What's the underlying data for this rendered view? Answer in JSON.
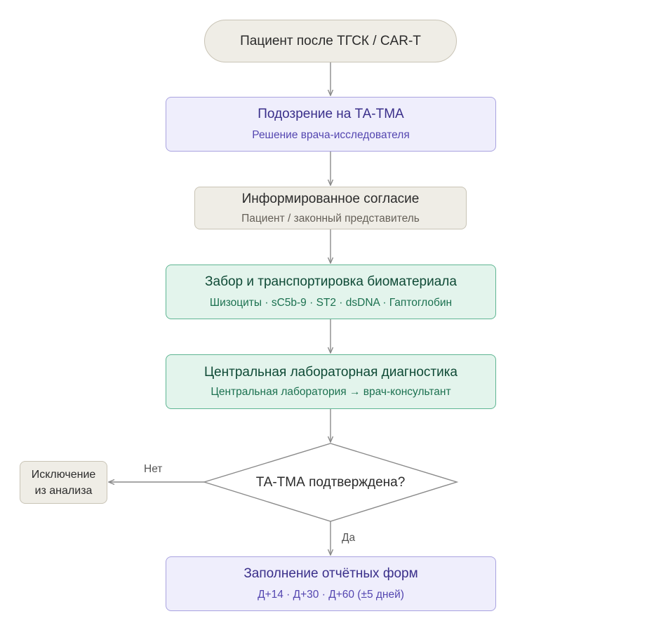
{
  "nodes": {
    "start": {
      "title": "Пациент после ТГСК / CAR-T"
    },
    "suspicion": {
      "title": "Подозрение на ТА-ТМА",
      "subtitle": "Решение врача-исследователя"
    },
    "consent": {
      "title": "Информированное согласие",
      "subtitle": "Пациент / законный представитель"
    },
    "collection": {
      "title": "Забор и транспортировка биоматериала",
      "subtitle": "Шизоциты · sC5b-9 · ST2 · dsDNA · Гаптоглобин"
    },
    "lab": {
      "title": "Центральная лабораторная диагностика",
      "subtitle": "Центральная лаборатория → врач-консультант"
    },
    "decision": {
      "title": "ТА-ТМА подтверждена?"
    },
    "exclusion": {
      "line1": "Исключение",
      "line2": "из анализа"
    },
    "reports": {
      "title": "Заполнение отчётных форм",
      "subtitle": "Д+14 · Д+30 · Д+60 (±5 дней)"
    }
  },
  "edges": {
    "no_label": "Нет",
    "yes_label": "Да"
  },
  "colors": {
    "purple_fill": "#efeefc",
    "purple_border": "#a9a3e0",
    "green_fill": "#e3f4ec",
    "green_border": "#5eb592",
    "beige_fill": "#efede6",
    "beige_border": "#c9c4b6",
    "connector": "#8a8a8a"
  }
}
